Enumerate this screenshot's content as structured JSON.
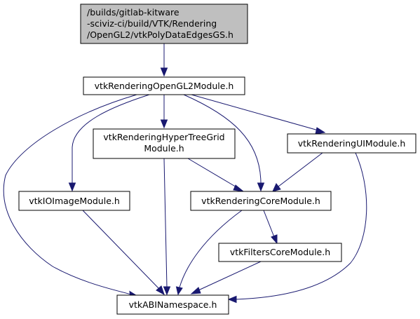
{
  "colors": {
    "edge": "#191970",
    "root_fill": "#bfbfbf",
    "node_fill": "#ffffff",
    "border": "#000000"
  },
  "nodes": {
    "root": {
      "lines": [
        "/builds/gitlab-kitware",
        "-sciviz-ci/build/VTK/Rendering",
        "/OpenGL2/vtkPolyDataEdgesGS.h"
      ]
    },
    "opengl2": {
      "lines": [
        "vtkRenderingOpenGL2Module.h"
      ]
    },
    "hypertree": {
      "lines": [
        "vtkRenderingHyperTreeGrid",
        "Module.h"
      ]
    },
    "ui": {
      "lines": [
        "vtkRenderingUIModule.h"
      ]
    },
    "ioimage": {
      "lines": [
        "vtkIOImageModule.h"
      ]
    },
    "core": {
      "lines": [
        "vtkRenderingCoreModule.h"
      ]
    },
    "filters": {
      "lines": [
        "vtkFiltersCoreModule.h"
      ]
    },
    "abi": {
      "lines": [
        "vtkABINamespace.h"
      ]
    }
  },
  "edges": [
    [
      "root",
      "opengl2"
    ],
    [
      "opengl2",
      "abi"
    ],
    [
      "opengl2",
      "ioimage"
    ],
    [
      "opengl2",
      "hypertree"
    ],
    [
      "opengl2",
      "core"
    ],
    [
      "opengl2",
      "ui"
    ],
    [
      "hypertree",
      "abi"
    ],
    [
      "hypertree",
      "core"
    ],
    [
      "ui",
      "core"
    ],
    [
      "ui",
      "abi"
    ],
    [
      "ioimage",
      "abi"
    ],
    [
      "core",
      "abi"
    ],
    [
      "core",
      "filters"
    ],
    [
      "filters",
      "abi"
    ]
  ]
}
